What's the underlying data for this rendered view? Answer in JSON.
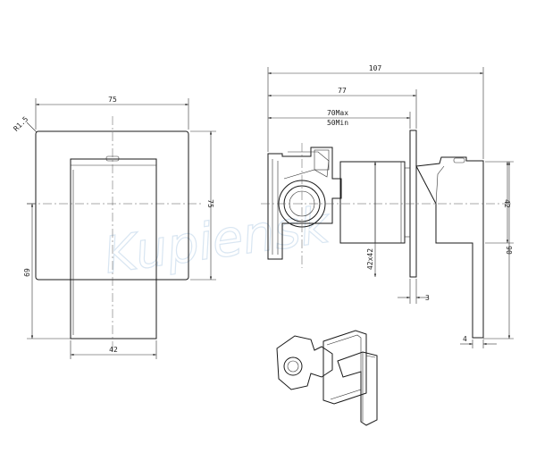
{
  "watermark": "Kupiensk",
  "front_view": {
    "dims": {
      "plate_width": "75",
      "plate_height": "75",
      "radius": "R1.5",
      "handle_height": "69",
      "handle_width": "42"
    }
  },
  "side_view": {
    "dims": {
      "overall_length": "107",
      "body_length": "77",
      "install_max": "70Max",
      "install_min": "50Min",
      "plate_thickness": "3",
      "valve_size": "42x42",
      "handle_size": "42",
      "overall_height": "90",
      "lever_thickness": "4"
    }
  }
}
